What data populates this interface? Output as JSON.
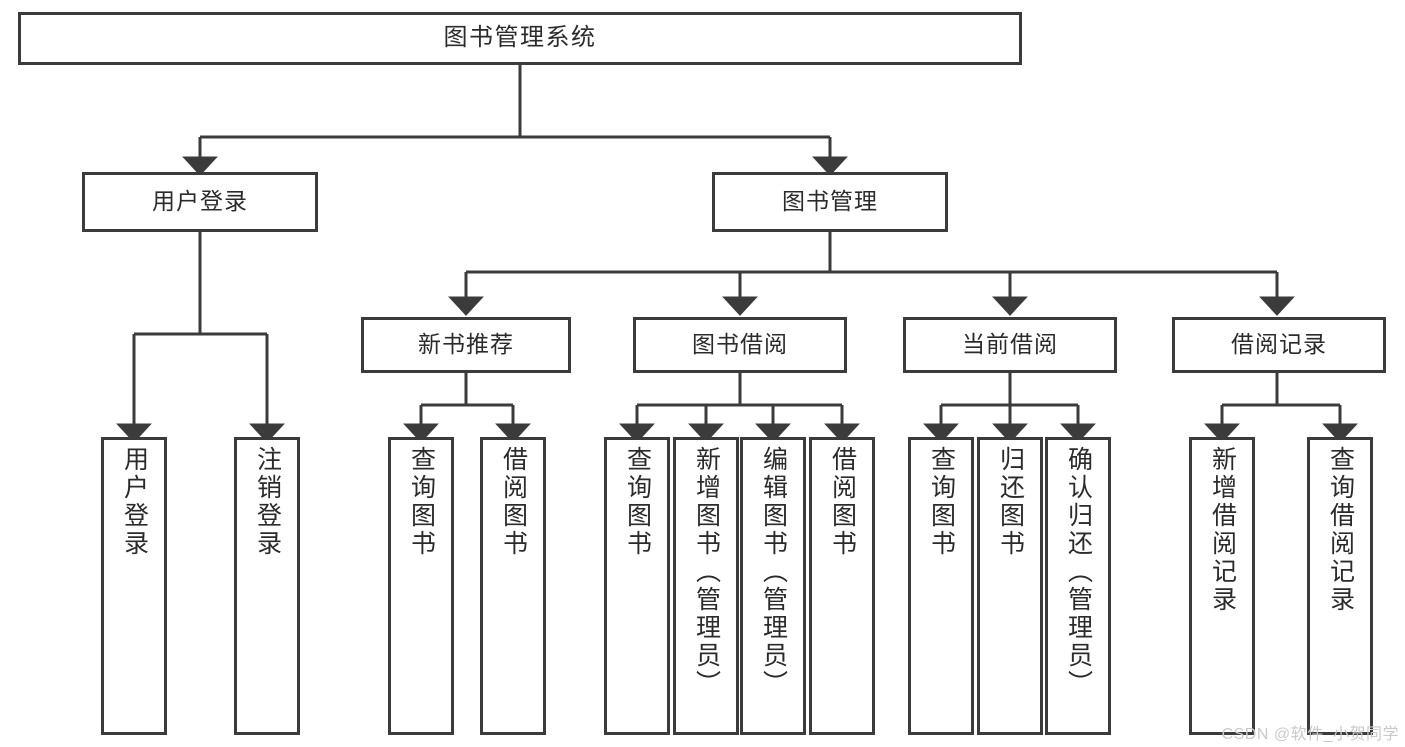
{
  "diagram": {
    "type": "tree",
    "title": "图书管理系统",
    "watermark": "CSDN @软件_小贺同学",
    "colors": {
      "box_border": "#3b3b3b",
      "box_fill": "#ffffff",
      "connector": "#3b3b3b",
      "text": "#2b2b2b",
      "watermark": "#c9c9c9"
    },
    "nodes": {
      "root": {
        "label": "图书管理系统"
      },
      "level2": [
        {
          "label": "用户登录"
        },
        {
          "label": "图书管理"
        }
      ],
      "level3": [
        {
          "label": "新书推荐"
        },
        {
          "label": "图书借阅"
        },
        {
          "label": "当前借阅"
        },
        {
          "label": "借阅记录"
        }
      ],
      "leaves": {
        "user_login": [
          {
            "label": "用户登录"
          },
          {
            "label": "注销登录"
          }
        ],
        "new_book": [
          {
            "label": "查询图书"
          },
          {
            "label": "借阅图书"
          }
        ],
        "book_borrow": [
          {
            "label": "查询图书"
          },
          {
            "label": "新增图书（管理员）"
          },
          {
            "label": "编辑图书（管理员）"
          },
          {
            "label": "借阅图书"
          }
        ],
        "current_borrow": [
          {
            "label": "查询图书"
          },
          {
            "label": "归还图书"
          },
          {
            "label": "确认归还（管理员）"
          }
        ],
        "borrow_record": [
          {
            "label": "新增借阅记录"
          },
          {
            "label": "查询借阅记录"
          }
        ]
      }
    }
  }
}
